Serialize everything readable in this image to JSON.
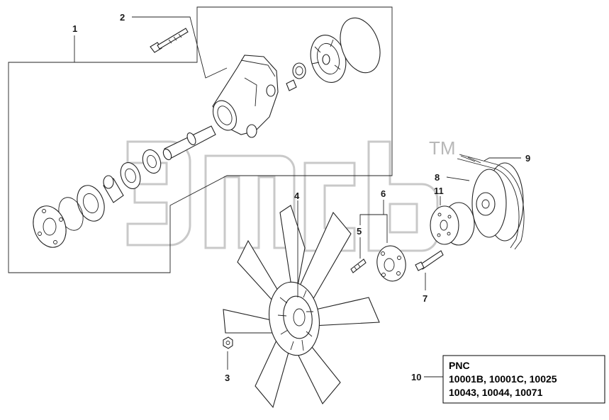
{
  "watermark": {
    "trademark": "TM"
  },
  "callouts": [
    {
      "id": "1",
      "label": "1"
    },
    {
      "id": "2",
      "label": "2"
    },
    {
      "id": "3",
      "label": "3"
    },
    {
      "id": "4",
      "label": "4"
    },
    {
      "id": "5",
      "label": "5"
    },
    {
      "id": "6",
      "label": "6"
    },
    {
      "id": "7",
      "label": "7"
    },
    {
      "id": "8",
      "label": "8"
    },
    {
      "id": "9",
      "label": "9"
    },
    {
      "id": "10",
      "label": "10"
    },
    {
      "id": "11",
      "label": "11"
    }
  ],
  "pnc": {
    "title": "PNC",
    "line1": "10001B, 10001C, 10025",
    "line2": "10043, 10044,  10071"
  }
}
